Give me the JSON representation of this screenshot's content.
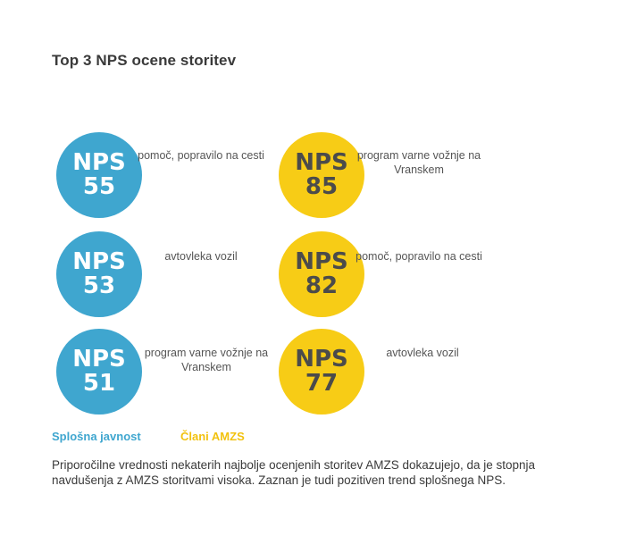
{
  "title": "Top 3 NPS ocene storitev",
  "chart_data": {
    "type": "table",
    "title": "Top 3 NPS ocene storitev",
    "series": [
      {
        "name": "Splošna javnost",
        "color": "#3fa6cf",
        "items": [
          {
            "badge": "NPS",
            "value": 55,
            "label": "pomoč, popravilo na cesti"
          },
          {
            "badge": "NPS",
            "value": 53,
            "label": "avtovleka vozil"
          },
          {
            "badge": "NPS",
            "value": 51,
            "label": "program varne vožnje na Vranskem"
          }
        ]
      },
      {
        "name": "Člani AMZS",
        "color": "#f7cc16",
        "items": [
          {
            "badge": "NPS",
            "value": 85,
            "label": "program varne vožnje na Vranskem"
          },
          {
            "badge": "NPS",
            "value": 82,
            "label": "pomoč, popravilo na cesti"
          },
          {
            "badge": "NPS",
            "value": 77,
            "label": "avtovleka vozil"
          }
        ]
      }
    ]
  },
  "legend": {
    "public": "Splošna javnost",
    "members": "Člani AMZS"
  },
  "footer": "Priporočilne vrednosti nekaterih najbolje ocenjenih storitev AMZS dokazujejo, da je stopnja navdušenja z AMZS storitvami visoka. Zaznan je tudi pozitiven trend splošnega NPS."
}
